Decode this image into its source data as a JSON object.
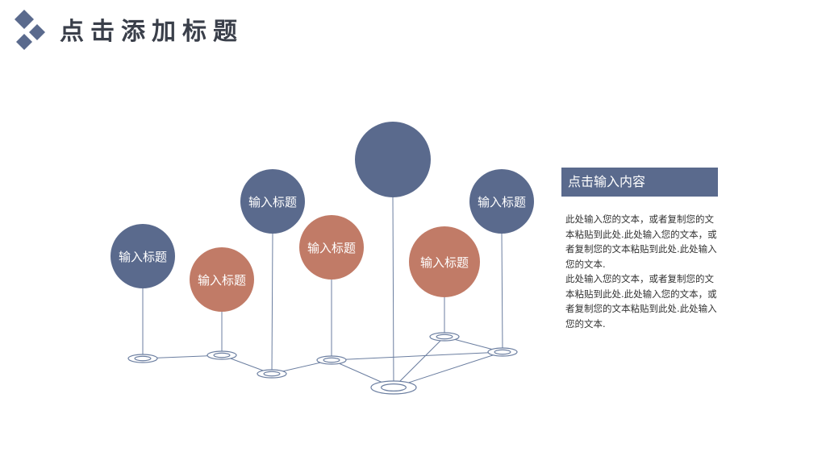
{
  "header": {
    "title": "点击添加标题",
    "logo_icon": "stacked-diamonds-logo"
  },
  "colors": {
    "blue": "#5a6a8d",
    "orange": "#c17b67",
    "line": "#6b7ea0"
  },
  "nodes": [
    {
      "label": "输入标题",
      "color": "blue"
    },
    {
      "label": "输入标题",
      "color": "orange"
    },
    {
      "label": "输入标题",
      "color": "blue"
    },
    {
      "label": "输入标题",
      "color": "orange"
    },
    {
      "label": "",
      "color": "blue"
    },
    {
      "label": "输入标题",
      "color": "orange"
    },
    {
      "label": "输入标题",
      "color": "blue"
    }
  ],
  "panel": {
    "header": "点击输入内容",
    "paragraphs": [
      "此处输入您的文本，或者复制您的文本粘贴到此处.此处输入您的文本，或者复制您的文本粘贴到此处.此处输入您的文本.",
      "此处输入您的文本，或者复制您的文本粘贴到此处.此处输入您的文本，或者复制您的文本粘贴到此处.此处输入您的文本."
    ]
  }
}
